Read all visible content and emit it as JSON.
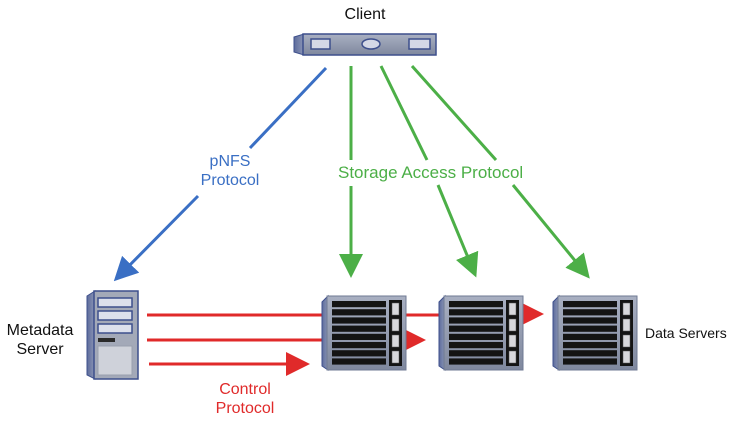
{
  "diagram": {
    "title": "pNFS architecture",
    "nodes": {
      "client": {
        "label": "Client"
      },
      "metadata_server": {
        "label_line1": "Metadata",
        "label_line2": "Server"
      },
      "data_servers": {
        "label": "Data Servers",
        "count": 3
      }
    },
    "edges": {
      "pnfs": {
        "label_line1": "pNFS",
        "label_line2": "Protocol",
        "from": "Client",
        "to": "Metadata Server",
        "color": "#3a6fc4"
      },
      "storage_access": {
        "label": "Storage Access Protocol",
        "from": "Client",
        "to": "Data Servers",
        "color": "#4caf47"
      },
      "control": {
        "label_line1": "Control",
        "label_line2": "Protocol",
        "from": "Metadata Server",
        "to": "Data Servers",
        "color": "#e02a2a"
      }
    },
    "colors": {
      "device_frame": "#8a93a8",
      "device_border": "#3d4f8c",
      "device_panel": "#c9ccd6",
      "drive_bay": "#141414",
      "text": "#111111"
    }
  }
}
